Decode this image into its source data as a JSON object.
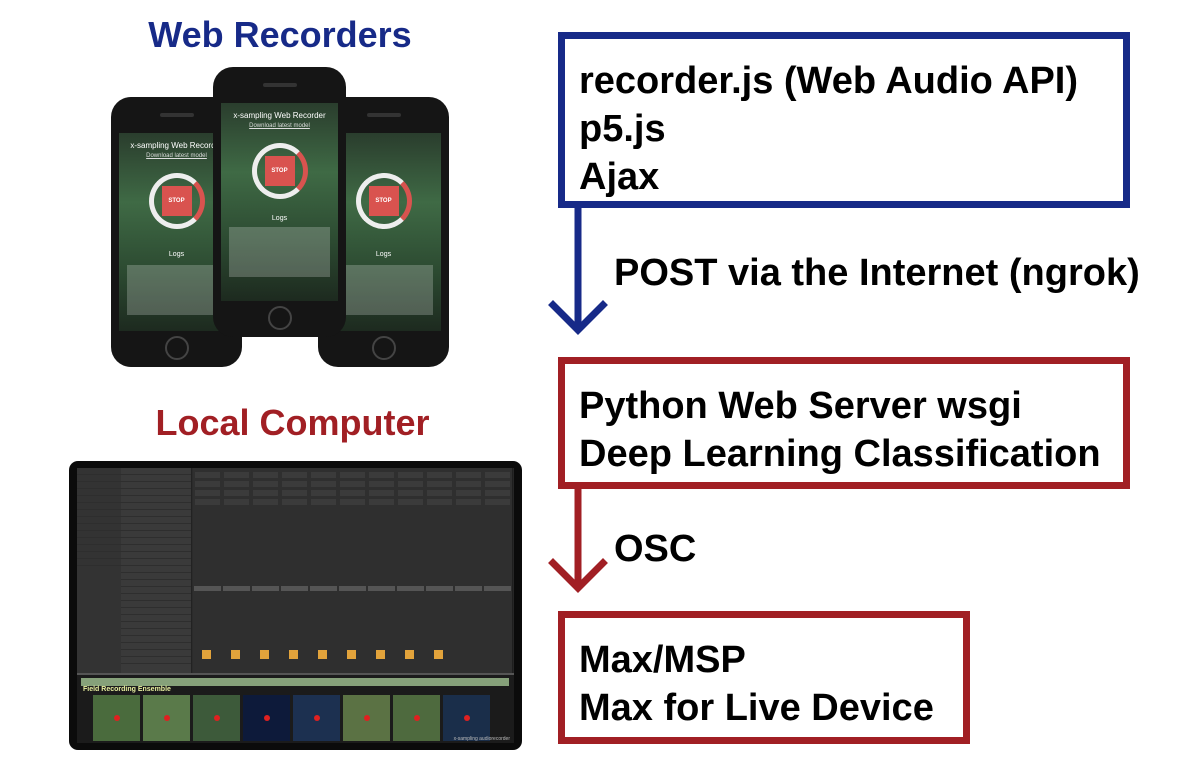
{
  "headings": {
    "web_recorders": "Web Recorders",
    "local_computer": "Local Computer"
  },
  "boxes": {
    "web": {
      "lines": [
        "recorder.js (Web Audio API)",
        "p5.js",
        "Ajax"
      ],
      "color": "#172a88"
    },
    "python": {
      "lines": [
        "Python Web Server wsgi",
        "Deep Learning Classification"
      ],
      "color": "#a11f24"
    },
    "max": {
      "lines": [
        "Max/MSP",
        "Max for Live Device"
      ],
      "color": "#a11f24"
    }
  },
  "edges": {
    "post": "POST via the Internet (ngrok)",
    "osc": "OSC"
  },
  "phone_app": {
    "title": "x-sampling Web Recorder",
    "subtitle": "Download latest model",
    "stop_label": "STOP",
    "logs_title": "Logs"
  },
  "daw": {
    "device_name": "Field Recording Ensemble",
    "footer": "x-sampling audiorecorder"
  }
}
